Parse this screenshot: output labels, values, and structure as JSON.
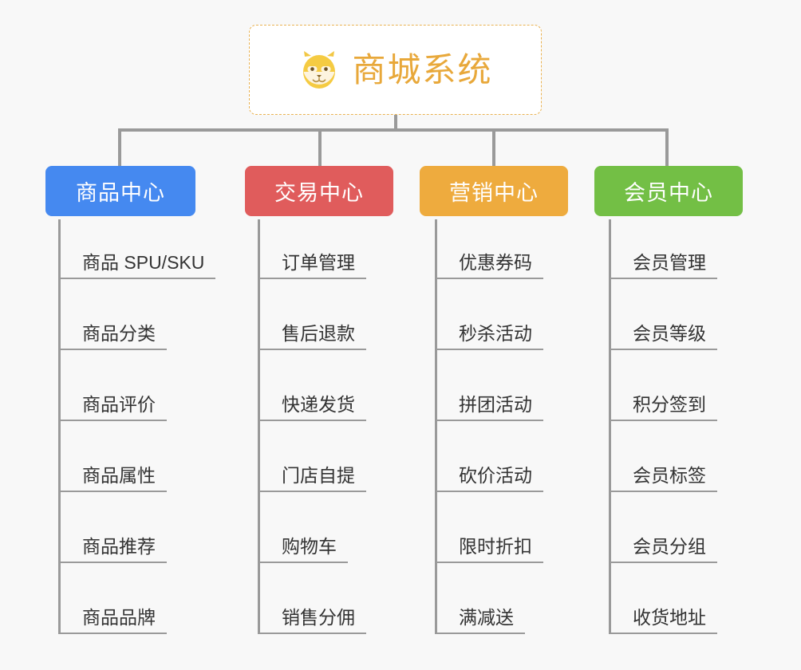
{
  "root": {
    "title": "商城系统",
    "icon": "shiba-dog-face-icon",
    "title_color": "#e8a83a",
    "border_color": "#e9b252"
  },
  "connector_color": "#9a9a9a",
  "columns": [
    {
      "key": "product-center",
      "title": "商品中心",
      "color": "#4589f0",
      "items": [
        "商品 SPU/SKU",
        "商品分类",
        "商品评价",
        "商品属性",
        "商品推荐",
        "商品品牌"
      ]
    },
    {
      "key": "trade-center",
      "title": "交易中心",
      "color": "#e05c5c",
      "items": [
        "订单管理",
        "售后退款",
        "快递发货",
        "门店自提",
        "购物车",
        "销售分佣"
      ]
    },
    {
      "key": "marketing-center",
      "title": "营销中心",
      "color": "#eeab3e",
      "items": [
        "优惠券码",
        "秒杀活动",
        "拼团活动",
        "砍价活动",
        "限时折扣",
        "满减送"
      ]
    },
    {
      "key": "member-center",
      "title": "会员中心",
      "color": "#73bf45",
      "items": [
        "会员管理",
        "会员等级",
        "积分签到",
        "会员标签",
        "会员分组",
        "收货地址"
      ]
    }
  ]
}
